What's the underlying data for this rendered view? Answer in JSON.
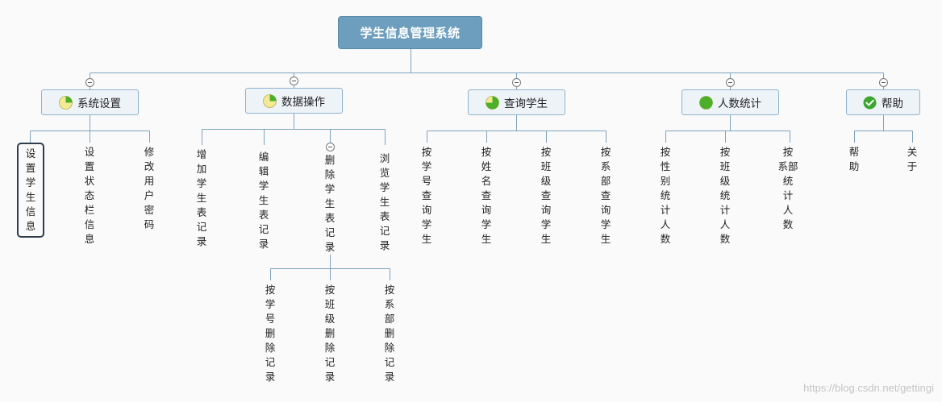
{
  "root": {
    "label": "学生信息管理系统"
  },
  "categories": [
    {
      "id": "system-settings",
      "label": "系统设置",
      "icon": "pie-progress-icon",
      "children": [
        "设置学生信息",
        "设置状态栏信息",
        "修改用户密码"
      ]
    },
    {
      "id": "data-operations",
      "label": "数据操作",
      "icon": "pie-progress-icon",
      "children": [
        "增加学生表记录",
        "编辑学生表记录",
        "删除学生表记录",
        "浏览学生表记录"
      ],
      "delete_children": [
        "按学号删除记录",
        "按班级删除记录",
        "按系部删除记录"
      ]
    },
    {
      "id": "query-students",
      "label": "查询学生",
      "icon": "pie-progress-icon",
      "children": [
        "按学号查询学生",
        "按姓名查询学生",
        "按班级查询学生",
        "按系部查询学生"
      ]
    },
    {
      "id": "headcount",
      "label": "人数统计",
      "icon": "pie-progress-icon",
      "children": [
        "按性别统计人数",
        "按班级统计人数",
        "按系部统计人数"
      ]
    },
    {
      "id": "help",
      "label": "帮助",
      "icon": "check-circle-icon",
      "children": [
        "帮助",
        "关于"
      ]
    }
  ],
  "colors": {
    "root_fill": "#6e9ebd",
    "node_fill": "#eef3f8",
    "node_border": "#8fb2cc",
    "line": "#7fa3bd"
  },
  "watermark": "https://blog.csdn.net/gettingi"
}
